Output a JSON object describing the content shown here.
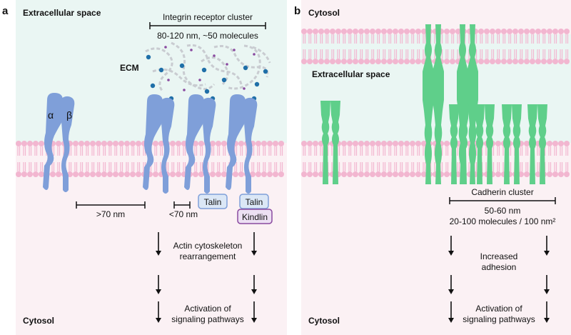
{
  "panel_a": {
    "letter": "a",
    "top_label": "Extracellular space",
    "bottom_label": "Cytosol",
    "cluster_title": "Integrin receptor cluster",
    "cluster_size": "80-120 nm, ~50 molecules",
    "ecm_label": "ECM",
    "alpha_label": "α",
    "beta_label": "β",
    "spacing_far": ">70 nm",
    "spacing_near": "<70 nm",
    "talin_1": "Talin",
    "talin_2": "Talin",
    "kindlin": "Kindlin",
    "effect_1_line1": "Actin cytoskeleton",
    "effect_1_line2": "rearrangement",
    "effect_2_line1": "Activation of",
    "effect_2_line2": "signaling pathways"
  },
  "panel_b": {
    "letter": "b",
    "top_label": "Cytosol",
    "middle_label": "Extracellular space",
    "bottom_label": "Cytosol",
    "cluster_title": "Cadherin cluster",
    "cluster_size_1": "50-60 nm",
    "cluster_size_2": "20-100 molecules / 100 nm²",
    "effect_1_line1": "Increased",
    "effect_1_line2": "adhesion",
    "effect_2_line1": "Activation of",
    "effect_2_line2": "signaling pathways"
  },
  "colors": {
    "integrin": "#7f9fd9",
    "cadherin": "#5fcf8a",
    "membrane": "#f2b6d0",
    "extracellular": "#eaf6f3",
    "cytosol": "#fbf1f4",
    "ecm_node": "#1f6fa8",
    "ecm_dot": "#8a4aa0",
    "talin_fill": "#dbe7f6",
    "talin_stroke": "#7f9fd9",
    "kindlin_fill": "#ece0f3",
    "kindlin_stroke": "#8a4aa0"
  }
}
